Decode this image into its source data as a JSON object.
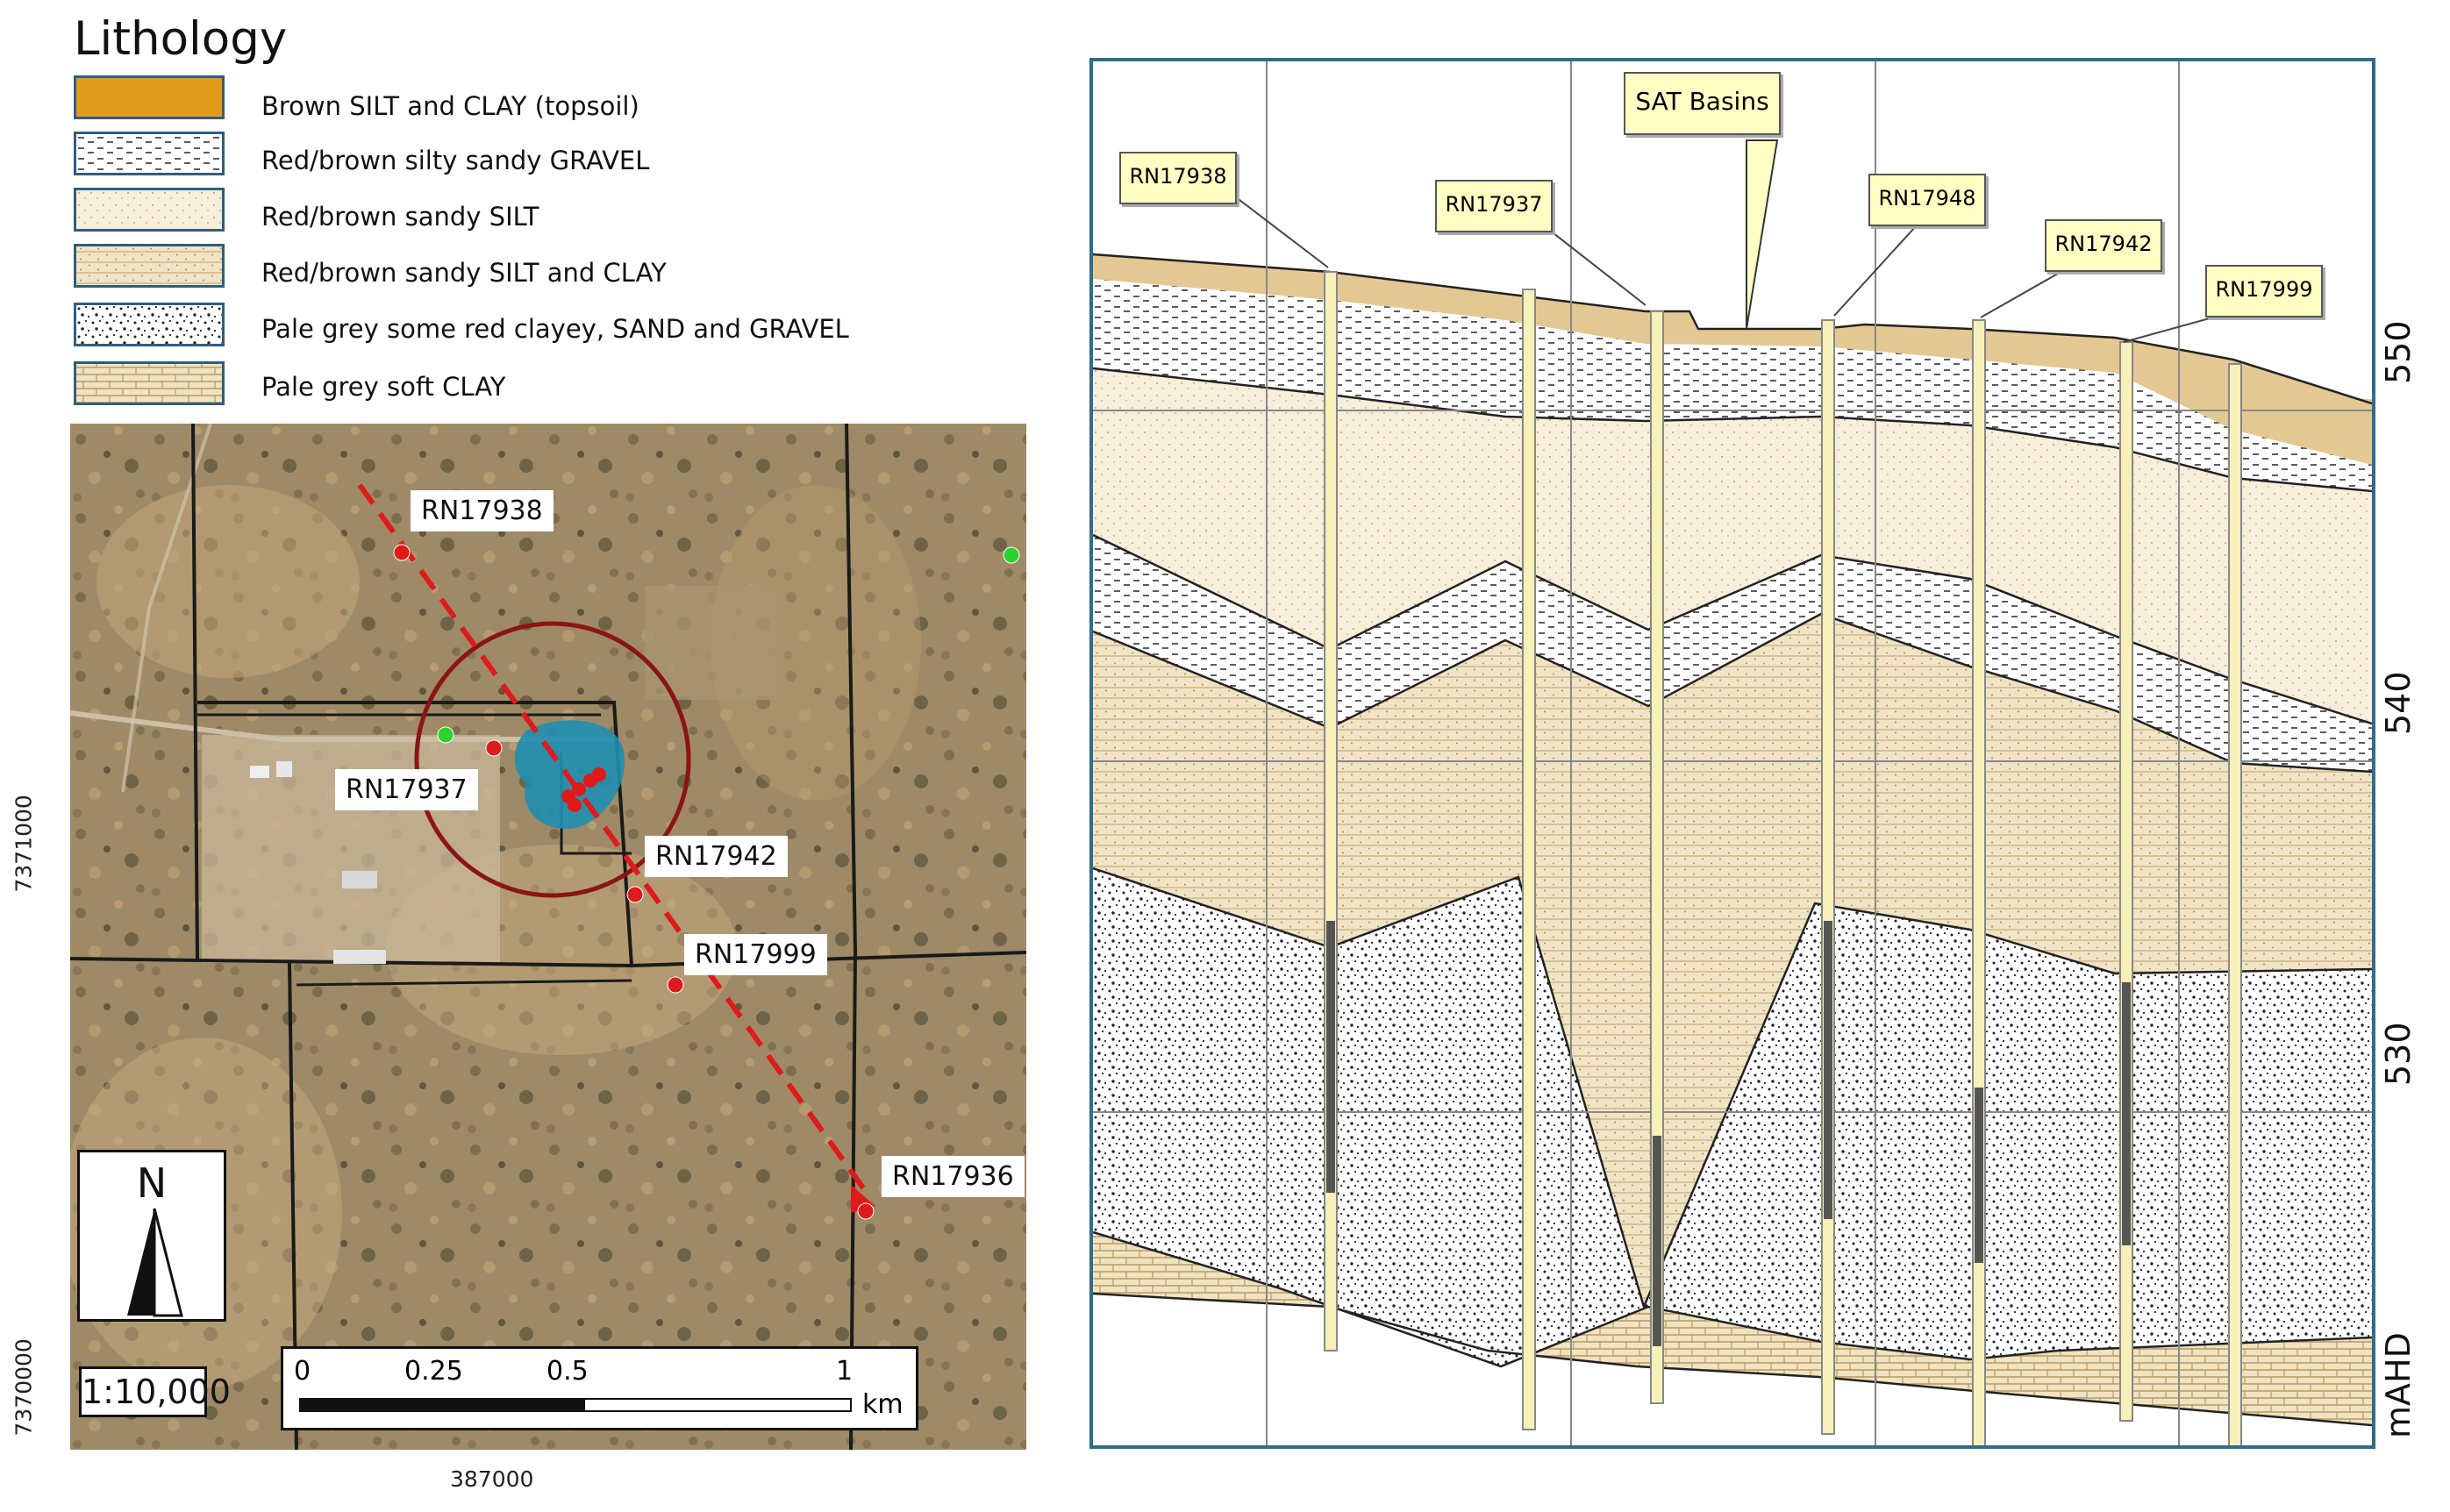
{
  "legend": {
    "title": "Lithology",
    "items": [
      {
        "label": "Brown SILT and CLAY (topsoil)",
        "pattern": "topsoil"
      },
      {
        "label": "Red/brown silty sandy GRAVEL",
        "pattern": "gravel"
      },
      {
        "label": "Red/brown sandy SILT",
        "pattern": "silt"
      },
      {
        "label": "Red/brown sandy SILT and CLAY",
        "pattern": "siltclay"
      },
      {
        "label": "Pale grey some red clayey, SAND and GRAVEL",
        "pattern": "sandgravel"
      },
      {
        "label": "Pale grey soft CLAY",
        "pattern": "clay"
      }
    ]
  },
  "map": {
    "wells": [
      "RN17938",
      "RN17937",
      "RN17942",
      "RN17999",
      "RN17936"
    ],
    "scale_ratio": "1:10,000",
    "scalebar": {
      "ticks": [
        "0",
        "0.25",
        "0.5",
        "1"
      ],
      "unit": "km"
    },
    "north_label": "N",
    "coords": {
      "northing_top": "7371000",
      "northing_bottom": "7370000",
      "easting": "387000"
    }
  },
  "section": {
    "wells": [
      "RN17938",
      "RN17937",
      "RN17948",
      "RN17942",
      "RN17999"
    ],
    "basin_label": "SAT Basins",
    "elevations": [
      "550",
      "540",
      "530"
    ],
    "unit": "mAHD"
  },
  "colors": {
    "topsoil": "#e29a1b",
    "silt": "#f4ecd8",
    "clay": "#eedfb8",
    "frame": "#2f6c8e",
    "callout": "#ffffc4",
    "route": "#e01a1a"
  }
}
